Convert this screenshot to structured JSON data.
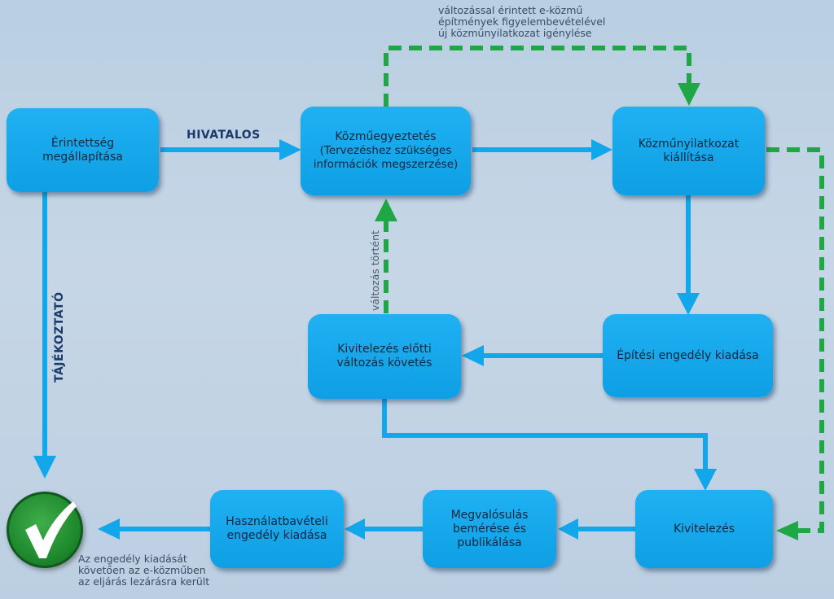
{
  "boxes": {
    "erintettseg": "Érintettség megállapítása",
    "kozmuegyeztetes_title": "Közműegyeztetés",
    "kozmuegyeztetes_sub": "(Tervezéshez szükséges információk megszerzése)",
    "kozmunyilatkozat": "Közműnyilatkozat kiállítása",
    "kivitelezes_elotti": "Kivitelezés előtti változás követés",
    "epitesi_engedely": "Építési engedély kiadása",
    "hasznalatbaveteli": "Használatbavételi engedély kiadása",
    "megvalosulas": "Megvalósulás bemérése és publikálása",
    "kivitelezes": "Kivitelezés"
  },
  "labels": {
    "hivatalos": "HIVATALOS",
    "tajekoztato": "TÁJÉKOZTATÓ",
    "valtozas_tortent": "változás történt",
    "top_note_1": "változással érintett e-közmű",
    "top_note_2": "építmények figyelembevételével",
    "top_note_3": "új közműnyilatkozat igénylése",
    "end_note_1": "Az engedély kiadását",
    "end_note_2": "követően az e-közműben",
    "end_note_3": "az eljárás lezárásra került"
  },
  "colors": {
    "box": "#12a6ea",
    "arrow": "#12a6ea",
    "dashed": "#1fa645",
    "check": "#1f8a2e"
  }
}
